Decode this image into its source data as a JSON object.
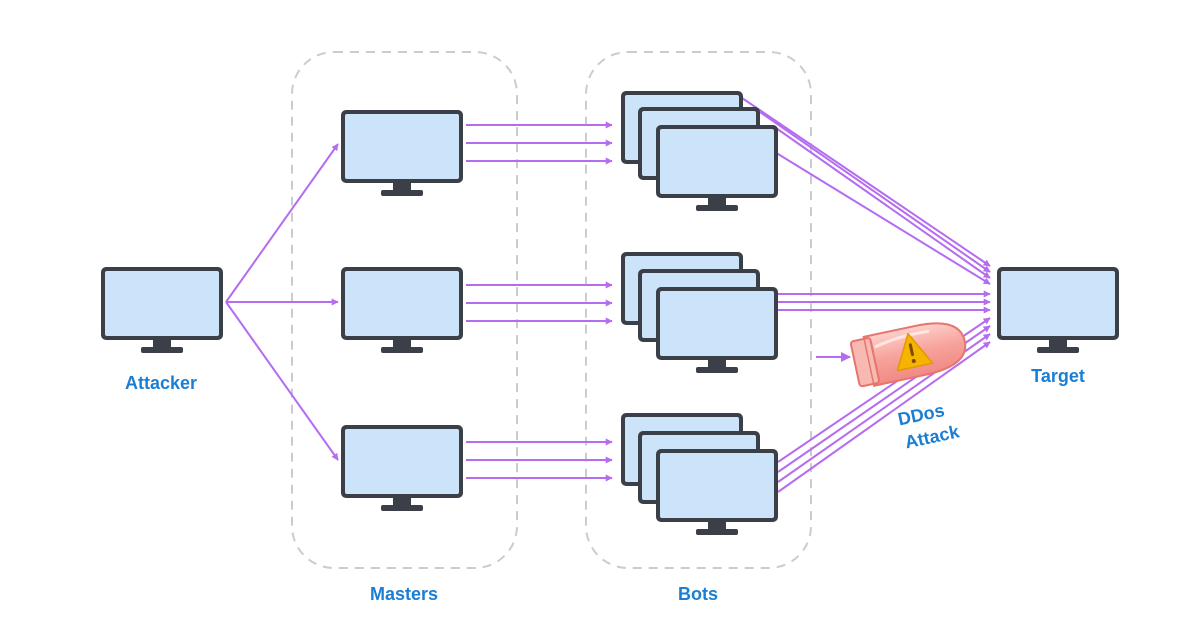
{
  "labels": {
    "attacker": "Attacker",
    "masters": "Masters",
    "bots": "Bots",
    "target": "Target",
    "ddos_line1": "DDos",
    "ddos_line2": "Attack"
  },
  "colors": {
    "arrow": "#b56cf0",
    "label": "#1a7fd4",
    "screen": "#cce4fa",
    "bezel": "#3b4048",
    "group_border": "#c9ccd2",
    "missile_body": "#f4a9a2",
    "warning": "#f5b400"
  },
  "icons": {
    "computer": "monitor-icon",
    "missile": "ddos-missile-icon",
    "warning": "warning-icon"
  }
}
